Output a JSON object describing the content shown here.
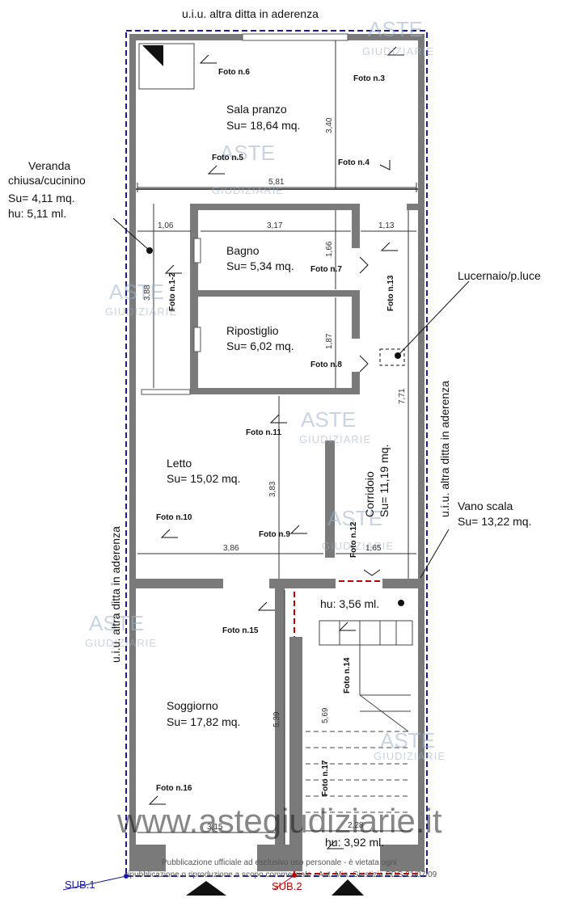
{
  "top_label": "u.i.u. altra ditta in aderenza",
  "left_label": "u.i.u. altra ditta in aderenza",
  "right_label": "u.i.u. altra ditta in aderenza",
  "rooms": {
    "sala_pranzo": {
      "name": "Sala pranzo",
      "area": "Su= 18,64 mq."
    },
    "veranda": {
      "name1": "Veranda",
      "name2": "chiusa/cucinino",
      "area": "Su= 4,11 mq.",
      "height": "hu: 5,11 ml."
    },
    "bagno": {
      "name": "Bagno",
      "area": "Su= 5,34 mq."
    },
    "ripostiglio": {
      "name": "Ripostiglio",
      "area": "Su= 6,02 mq."
    },
    "letto": {
      "name": "Letto",
      "area": "Su= 15,02 mq."
    },
    "corridoio": {
      "name": "Corridoio",
      "area": "Su= 11,19 mq."
    },
    "soggiorno": {
      "name": "Soggiorno",
      "area": "Su= 17,82 mq."
    },
    "vano_scala": {
      "name": "Vano scala",
      "area": "Su= 13,22 mq.",
      "height_top": "hu: 3,56 ml.",
      "height_bottom": "hu: 3,92 ml."
    }
  },
  "lucernaio": "Lucernaio/p.luce",
  "dimensions": {
    "d581": "5,81",
    "d340": "3,40",
    "d106": "1,06",
    "d317": "3,17",
    "d113": "1,13",
    "d166": "1,66",
    "d388": "3,88",
    "d187": "1,87",
    "d771": "7,71",
    "d383": "3,83",
    "d386": "3,86",
    "d165": "1,65",
    "d539": "5,39",
    "d569": "5,69",
    "d315": "3,15",
    "d228": "2,28"
  },
  "photos": {
    "f1": "Foto n.1-2",
    "f3": "Foto n.3",
    "f4": "Foto n.4",
    "f5": "Foto n.5",
    "f6": "Foto n.6",
    "f7": "Foto n.7",
    "f8": "Foto n.8",
    "f9": "Foto n.9",
    "f10": "Foto n.10",
    "f11": "Foto n.11",
    "f12": "Foto n.12",
    "f13": "Foto n.13",
    "f14": "Foto n.14",
    "f15": "Foto n.15",
    "f16": "Foto n.16",
    "f17": "Foto n.17"
  },
  "watermark": {
    "line1": "ASTE",
    "line2": "GIUDIZIARIE",
    "site": "www.astegiudiziarie.it"
  },
  "footer": {
    "line1": "Pubblicazione ufficiale ad esclusivo uso personale - è vietata ogni",
    "line2": "ripubblicazione o riproduzione a scopo commerciale - Aut. Min. Giustizia PDG 21/07/09"
  },
  "sub1": "SUB.1",
  "sub2": "SUB.2",
  "colors": {
    "wall": "#7a7a7a",
    "sub1_line": "#1a1aa6",
    "sub2_line": "#c00000"
  }
}
